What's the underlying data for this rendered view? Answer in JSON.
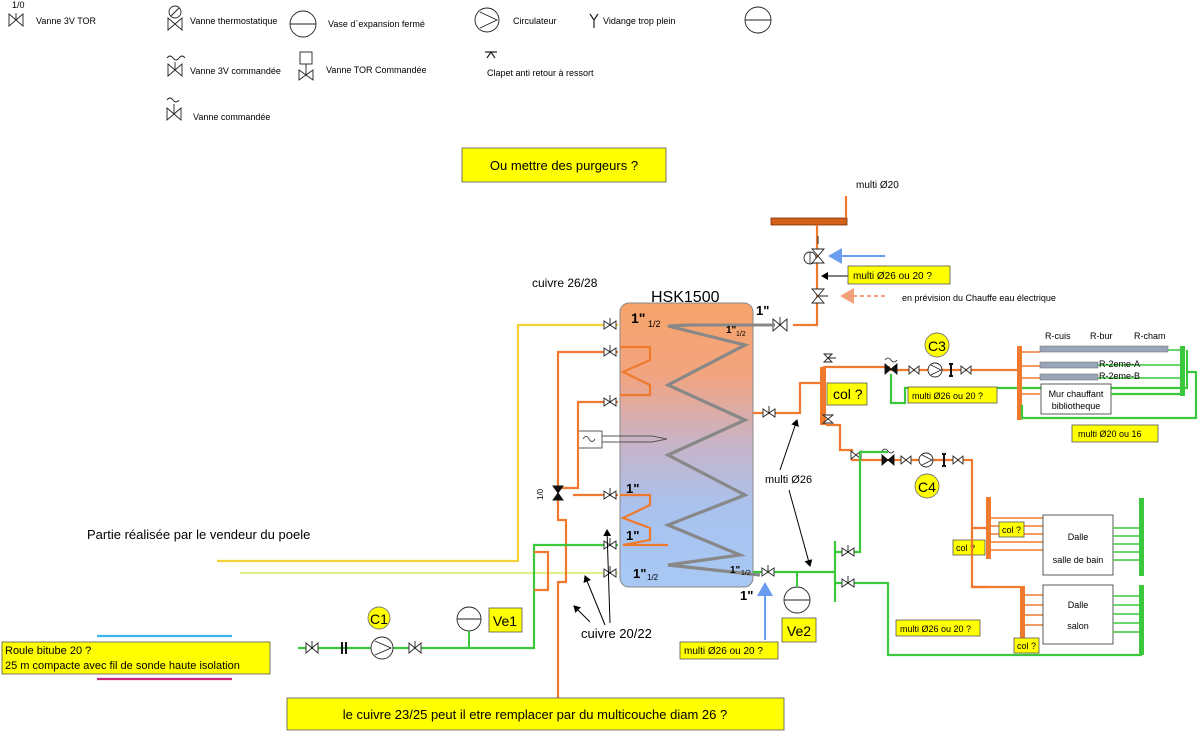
{
  "legend": {
    "v3tor_mark": "1/0",
    "v3tor": "Vanne 3V TOR",
    "thermo": "Vanne thermostatique",
    "vase": "Vase d`expansion fermé",
    "circ": "Circulateur",
    "vidange": "Vidange trop plein",
    "v3cmd": "Vanne 3V commandée",
    "vtor_cmd": "Vanne TOR Commandée",
    "clapet": "Clapet anti retour à ressort",
    "vcmd": "Vanne commandée"
  },
  "labels": {
    "purgeurs": "Ou mettre des purgeurs ?",
    "multi20": "multi Ø20",
    "hsk": "HSK1500",
    "cuivre2628": "cuivre 26/28",
    "multi26ou20_top": "multi Ø26 ou 20 ?",
    "chauffe_eau": "en prévision du Chauffe eau électrique",
    "c3": "C3",
    "c4": "C4",
    "c1": "C1",
    "col_main": "col ?",
    "multi26ou20_c3": "multi Ø26 ou 20 ?",
    "multi20ou16": "multi Ø20 ou 16",
    "multi26": "multi Ø26",
    "r_cuis": "R-cuis",
    "r_bur": "R-bur",
    "r_cham": "R-cham",
    "r2a": "R-2eme-A",
    "r2b": "R-2eme-B",
    "mur1": "Mur chauffant",
    "mur2": "bibliotheque",
    "partie": "Partie réalisée par le vendeur du poele",
    "col_a": "col ?",
    "col_b": "col ?",
    "col_c": "col ?",
    "dalle1a": "Dalle",
    "dalle1b": "salle de bain",
    "dalle2a": "Dalle",
    "dalle2b": "salon",
    "multi26ou20_c4": "multi Ø26 ou 20 ?",
    "ve1": "Ve1",
    "ve2": "Ve2",
    "multi26ou20_bot": "multi Ø26 ou 20 ?",
    "cuivre2022": "cuivre 20/22",
    "roule1": "Roule bitube 20 ?",
    "roule2": "25 m compacte avec fil de sonde haute isolation",
    "question": "le cuivre 23/25 peut il etre remplacer par du multicouche diam 26 ?",
    "one_inch": "1\"",
    "one_half": "1\"",
    "half": "1/2",
    "io_mark": "1/0"
  }
}
